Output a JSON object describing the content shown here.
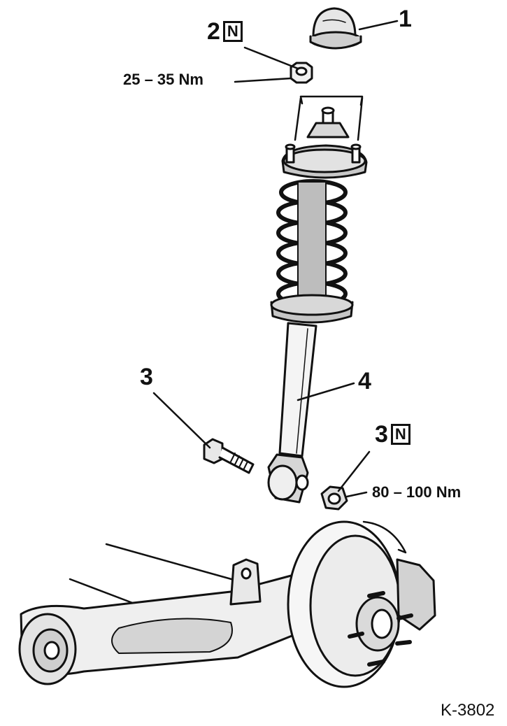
{
  "callouts": {
    "c1": {
      "number": "1",
      "note": ""
    },
    "c2": {
      "number": "2",
      "note": "N"
    },
    "c3_bolt": {
      "number": "3",
      "note": ""
    },
    "c3_nut": {
      "number": "3",
      "note": "N"
    },
    "c4": {
      "number": "4",
      "note": ""
    }
  },
  "torques": {
    "top_nut": "25 – 35 Nm",
    "lower_nut": "80 – 100 Nm"
  },
  "figure_code": "K-3802",
  "colors": {
    "ink": "#111111",
    "paper": "#ffffff",
    "shade": "#bdbdbd"
  }
}
